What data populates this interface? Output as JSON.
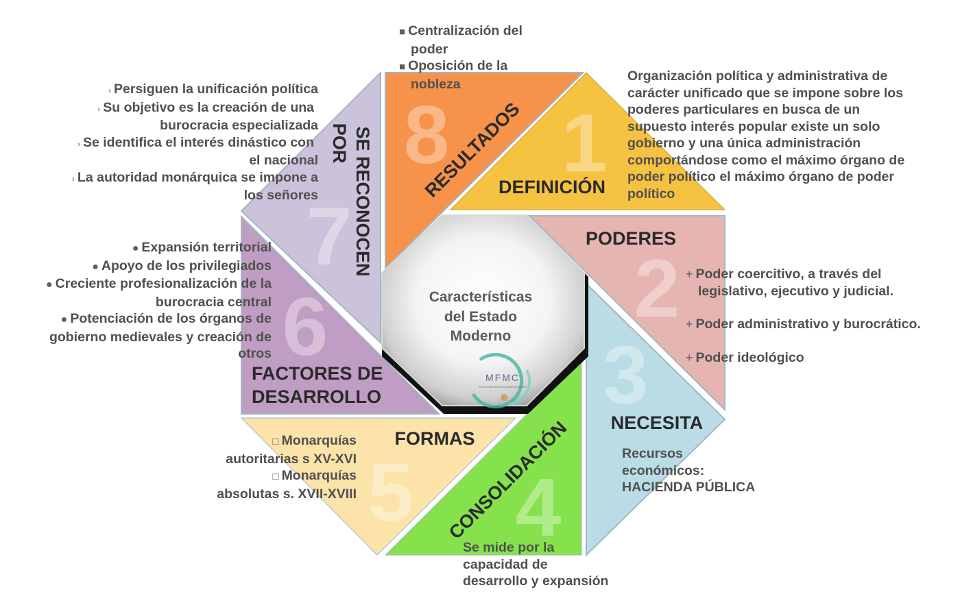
{
  "center": {
    "title_lines": [
      "Características",
      "del Estado",
      "Moderno"
    ],
    "logo_text": "MFMC",
    "logo_subtext": "TEACHINGSOCIALSEDUCATION"
  },
  "sections": {
    "s1": {
      "number": "1",
      "title": "DEFINICIÓN",
      "color": "#F5C242"
    },
    "s2": {
      "number": "2",
      "title": "PODERES",
      "color": "#E6B4B1"
    },
    "s3": {
      "number": "3",
      "title": "NECESITA",
      "color": "#B9DCE6"
    },
    "s4": {
      "number": "4",
      "title": "CONSOLIDACIÓN",
      "color": "#86E24C"
    },
    "s5": {
      "number": "5",
      "title": "FORMAS",
      "color": "#FCE3AA"
    },
    "s6": {
      "number": "6",
      "title_line1": "FACTORES DE",
      "title_line2": "DESARROLLO",
      "color": "#C09DC2"
    },
    "s7": {
      "number": "7",
      "title_line1": "SE RECONOCEN",
      "title_line2": "POR",
      "color": "#CBC3DC"
    },
    "s8": {
      "number": "8",
      "title": "RESULTADOS",
      "color": "#F6924A"
    }
  },
  "texts": {
    "definicion": [
      "Organización política y administrativa de",
      "carácter unificado que se impone sobre los",
      "poderes particulares en busca de un",
      "supuesto interés popular existe un solo",
      "gobierno y una única administración",
      "comportándose como el máximo órgano de",
      "poder político el máximo órgano de poder",
      "político"
    ],
    "poderes": [
      {
        "bullet": "+",
        "lines": [
          "Poder coercitivo, a través del",
          "legislativo, ejecutivo y judicial."
        ]
      },
      {
        "bullet": "+",
        "lines": [
          "Poder administrativo y burocrático."
        ]
      },
      {
        "bullet": "+",
        "lines": [
          "Poder ideológico"
        ]
      }
    ],
    "necesita": [
      "Recursos",
      "económicos:",
      "HACIENDA PÚBLICA"
    ],
    "consolidacion": [
      "Se mide por la",
      "capacidad de",
      "desarrollo y expansión"
    ],
    "formas": [
      {
        "bullet": "□",
        "lines": [
          "Monarquías",
          "autoritarias s XV-XVI"
        ]
      },
      {
        "bullet": "□",
        "lines": [
          "Monarquías",
          "absolutas s. XVII-XVIII"
        ]
      }
    ],
    "factores": [
      {
        "bullet": "●",
        "lines": [
          "Expansión territorial"
        ]
      },
      {
        "bullet": "●",
        "lines": [
          "Apoyo de los privilegiados"
        ]
      },
      {
        "bullet": "●",
        "lines": [
          "Creciente profesionalización de la",
          "burocracia central"
        ]
      },
      {
        "bullet": "●",
        "lines": [
          "Potenciación de los órganos de",
          "gobierno medievales y creación de",
          "otros"
        ]
      }
    ],
    "reconocen": [
      {
        "bullet": "›",
        "lines": [
          "Persiguen la unificación política"
        ]
      },
      {
        "bullet": "›",
        "lines": [
          "Su objetivo es la creación de una",
          "burocracia especializada"
        ]
      },
      {
        "bullet": "›",
        "lines": [
          "Se identifica el interés dinástico con",
          "el nacional"
        ]
      },
      {
        "bullet": "›",
        "lines": [
          "La autoridad monárquica se impone a",
          "los señores"
        ]
      }
    ],
    "resultados": [
      {
        "bullet": "■",
        "lines": [
          "Centralización del",
          "poder"
        ]
      },
      {
        "bullet": "■",
        "lines": [
          "Oposición de la",
          "nobleza"
        ]
      }
    ]
  }
}
